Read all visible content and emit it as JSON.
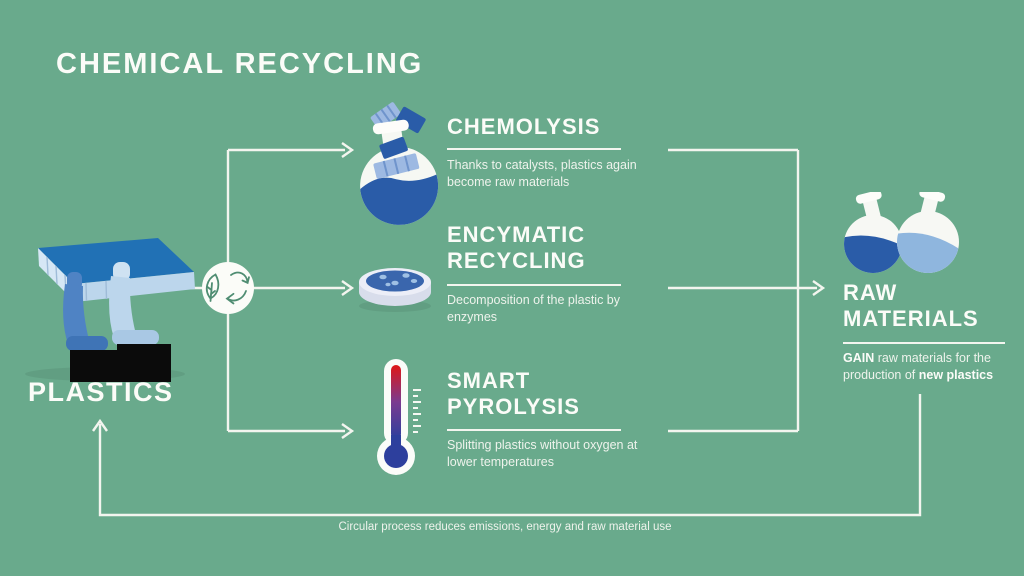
{
  "title": "CHEMICAL RECYCLING",
  "source": {
    "label": "PLASTICS",
    "icon": "plastic-products-icon"
  },
  "hub": {
    "icon": "leaf-recycle-icon"
  },
  "processes": [
    {
      "title": "CHEMOLYSIS",
      "description": "Thanks to catalysts, plastics again become raw materials",
      "icon": "round-flask-icon"
    },
    {
      "title": "ENCYMATIC\nRECYCLING",
      "description": "Decomposition of the plastic by enzymes",
      "icon": "petri-dish-icon"
    },
    {
      "title": "SMART\nPYROLYSIS",
      "description": "Splitting plastics without oxygen at lower temperatures",
      "icon": "thermometer-icon"
    }
  ],
  "result": {
    "title": "RAW\nMATERIALS",
    "description": {
      "bold_lead": "GAIN",
      "middle": " raw materials for the production of ",
      "bold_tail": "new plastics"
    },
    "icon": "two-flasks-icon"
  },
  "footer": "Circular process reduces emissions, energy and raw material use",
  "colors": {
    "background": "#69aa8c",
    "connector": "#f3f5ef",
    "dark_blue": "#2a5ca8",
    "medium_blue": "#4f83c4",
    "light_blue": "#9db9e2",
    "pale_blue": "#bcd6ec",
    "icon_green": "#4f8d72",
    "thermo_red": "#df1616",
    "thermo_navy": "#2d3f9d",
    "seat_base_black": "#0b0b0b"
  }
}
